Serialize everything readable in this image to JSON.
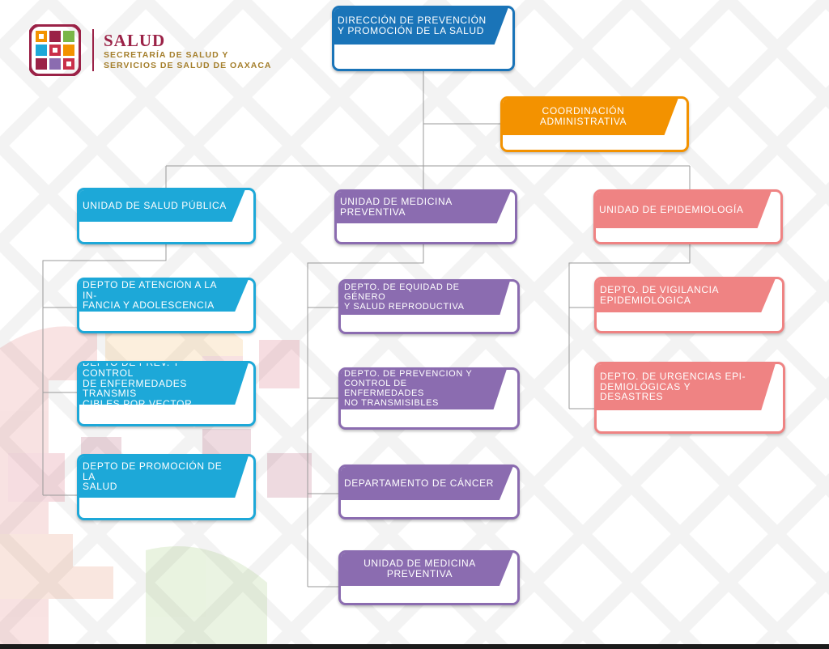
{
  "header": {
    "brand": "SALUD",
    "subtitle_line1": "SECRETARÍA DE SALUD Y",
    "subtitle_line2": "SERVICIOS DE SALUD DE OAXACA"
  },
  "colors": {
    "blue": "#1a74b8",
    "orange": "#f39200",
    "cyan": "#1da8d8",
    "purple": "#8b6cb0",
    "pink": "#ef8383",
    "brand": "#9b2247",
    "gold": "#a57f2c"
  },
  "icons": {
    "logo": "oaxaca-textile-emblem-icon"
  },
  "org": {
    "root": "DIRECCIÓN DE PREVENCIÓN\nY PROMOCIÓN DE LA SALUD",
    "coordination": "COORDINACIÓN\nADMINISTRATIVA",
    "units": [
      {
        "label": "UNIDAD DE SALUD PÚBLICA",
        "departments": [
          "DEPTO DE ATENCIÓN A LA IN-\nFANCIA Y ADOLESCENCIA",
          "DEPTO DE PREV. Y CONTROL\nDE ENFERMEDADES TRANSMIS\nCIBLES POR VECTOR",
          "DEPTO DE PROMOCIÓN DE LA\nSALUD"
        ]
      },
      {
        "label": "UNIDAD DE MEDICINA\nPREVENTIVA",
        "departments": [
          "DEPTO. DE EQUIDAD DE GÉNERO\nY SALUD REPRODUCTIVA",
          "DEPTO. DE PREVENCIÓN Y\nCONTROL DE ENFERMEDADES\nNO TRANSMISIBLES",
          "DEPARTAMENTO DE CÁNCER",
          "UNIDAD DE MEDICINA\nPREVENTIVA"
        ]
      },
      {
        "label": "UNIDAD DE EPIDEMIOLOGÍA",
        "departments": [
          "DEPTO. DE VIGILANCIA\nEPIDEMIOLÓGICA",
          "DEPTO. DE URGENCIAS EPI-\nDEMIOLÓGICAS Y\nDESASTRES"
        ]
      }
    ]
  }
}
